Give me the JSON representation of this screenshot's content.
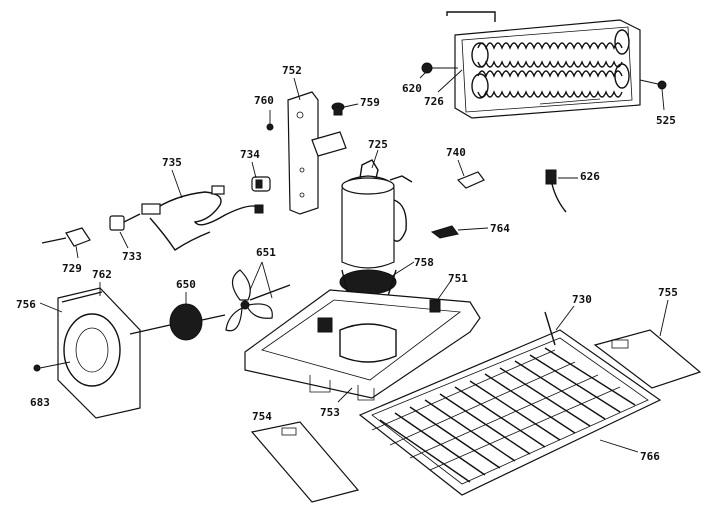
{
  "labels": {
    "p620": "620",
    "p726": "726",
    "p525": "525",
    "p752": "752",
    "p760": "760",
    "p759": "759",
    "p725": "725",
    "p740": "740",
    "p626": "626",
    "p735": "735",
    "p734": "734",
    "p764": "764",
    "p729": "729",
    "p733": "733",
    "p651": "651",
    "p758": "758",
    "p751": "751",
    "p730": "730",
    "p755": "755",
    "p756": "756",
    "p762": "762",
    "p650": "650",
    "p683": "683",
    "p754": "754",
    "p753": "753",
    "p766": "766"
  }
}
